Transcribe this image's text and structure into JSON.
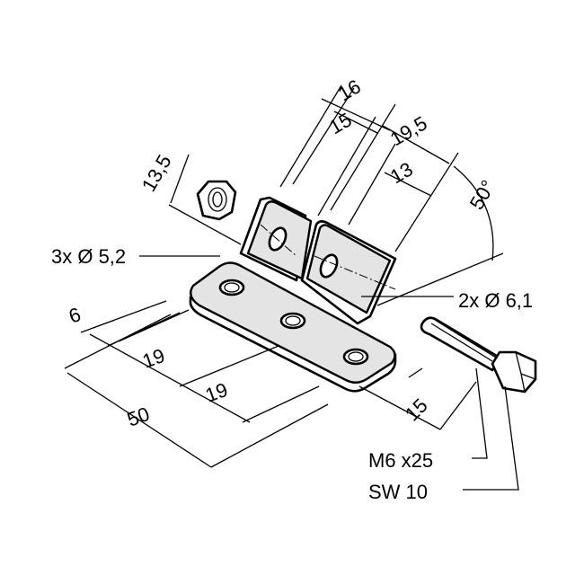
{
  "dimensions": {
    "d16": "16",
    "d15_top": "15",
    "d19_5": "19,5",
    "d13": "13",
    "angle": "50°",
    "d13_5": "13,5",
    "holes_small": "3x Ø 5,2",
    "holes_large": "2x Ø 6,1",
    "d6": "6",
    "d19_a": "19",
    "d19_b": "19",
    "d50": "50",
    "d15_bolt": "15"
  },
  "bolt": {
    "thread": "M6 x25",
    "wrench": "SW 10"
  }
}
